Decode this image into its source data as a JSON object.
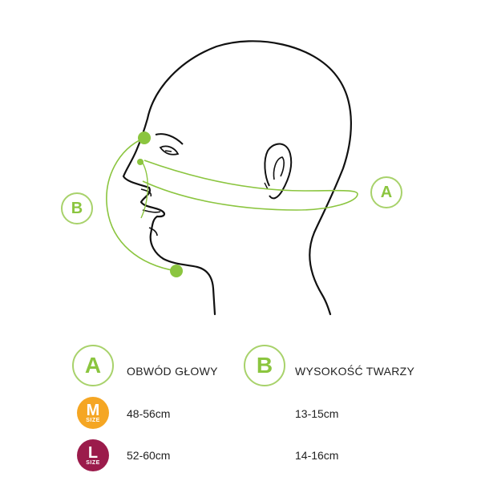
{
  "markers": {
    "a": "A",
    "b": "B"
  },
  "legend": {
    "a_letter": "A",
    "a_label": "OBWÓD GŁOWY",
    "b_letter": "B",
    "b_label": "WYSOKOŚĆ TWARZY"
  },
  "sizes": [
    {
      "letter": "M",
      "word": "SIZE",
      "color": "#f5a623",
      "a_value": "48-56cm",
      "b_value": "13-15cm"
    },
    {
      "letter": "L",
      "word": "SIZE",
      "color": "#9b1b4b",
      "a_value": "52-60cm",
      "b_value": "14-16cm"
    }
  ],
  "colors": {
    "accent": "#8bc53f",
    "outline": "#111111"
  }
}
